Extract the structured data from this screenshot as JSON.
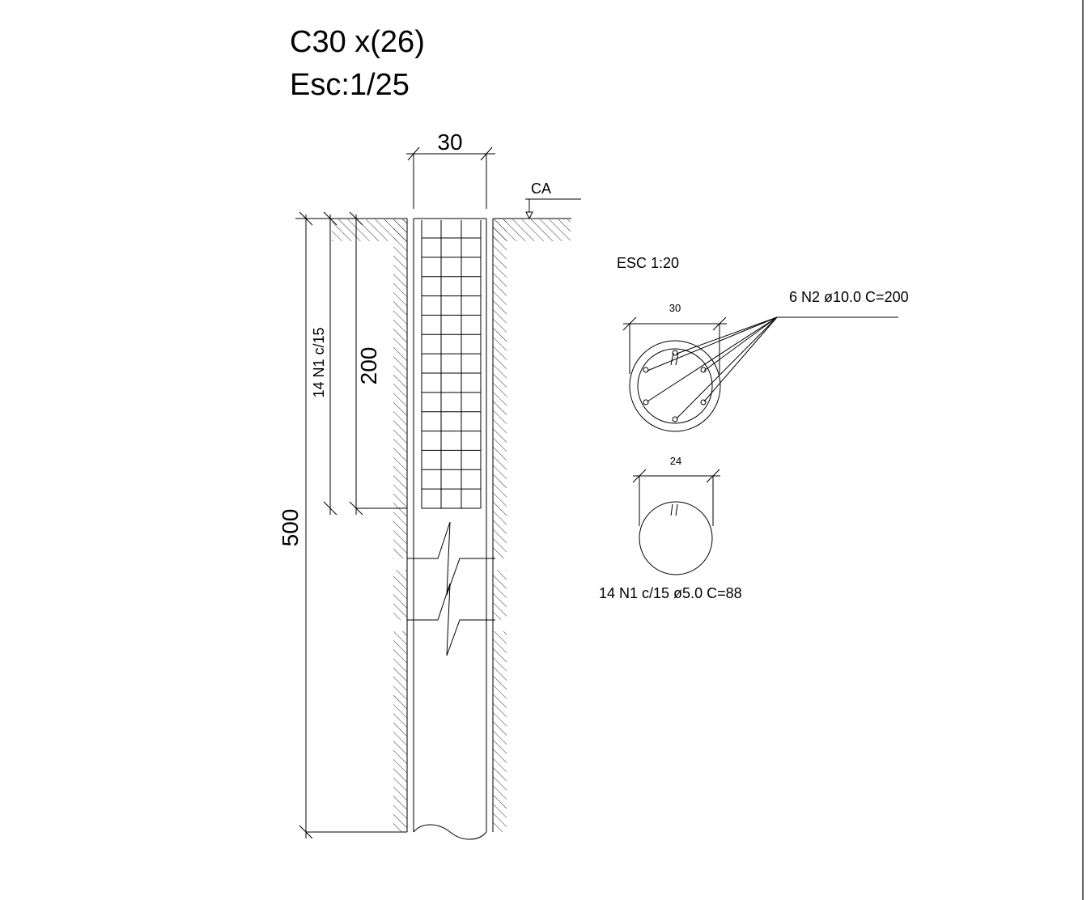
{
  "title": {
    "line1": "C30 x(26)",
    "line2": "Esc:1/25"
  },
  "elevation": {
    "width_dim": "30",
    "total_depth_dim": "500",
    "cage_length_dim": "200",
    "stirrup_label": "14 N1 c/15",
    "level_label": "CA"
  },
  "section": {
    "scale_label": "ESC 1:20",
    "diameter_dim": "30",
    "longitudinal_label": "6 N2 ø10.0 C=200"
  },
  "stirrup_detail": {
    "diameter_dim": "24",
    "label": "14 N1 c/15 ø5.0 C=88"
  }
}
